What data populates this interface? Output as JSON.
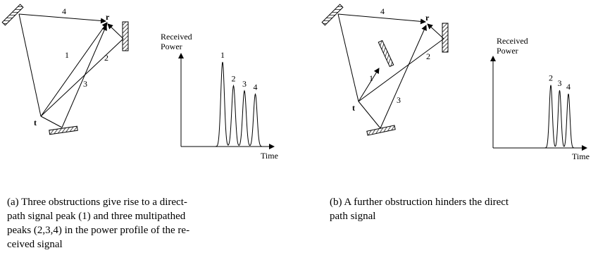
{
  "panels": [
    {
      "caption_line1": "(a)  Three obstructions give rise to a direct-",
      "caption_line2": "path signal peak (1) and three multipathed",
      "caption_line3": "peaks (2,3,4) in the power profile of the re-",
      "caption_line4": "ceived signal",
      "transmitter_label": "t",
      "receiver_label": "r",
      "path_labels": [
        "1",
        "2",
        "3",
        "4"
      ],
      "plot": {
        "ylabel_line1": "Received",
        "ylabel_line2": "Power",
        "xlabel": "Time",
        "peak_labels": [
          "1",
          "2",
          "3",
          "4"
        ],
        "peak_heights": [
          1.0,
          0.72,
          0.66,
          0.62
        ]
      }
    },
    {
      "caption_line1": "(b)  A further obstruction hinders the direct",
      "caption_line2": "path signal",
      "transmitter_label": "t",
      "receiver_label": "r",
      "path_labels": [
        "1",
        "2",
        "3",
        "4"
      ],
      "plot": {
        "ylabel_line1": "Received",
        "ylabel_line2": "Power",
        "xlabel": "Time",
        "peak_labels": [
          "2",
          "3",
          "4"
        ],
        "peak_heights": [
          0.72,
          0.66,
          0.62
        ]
      }
    }
  ]
}
